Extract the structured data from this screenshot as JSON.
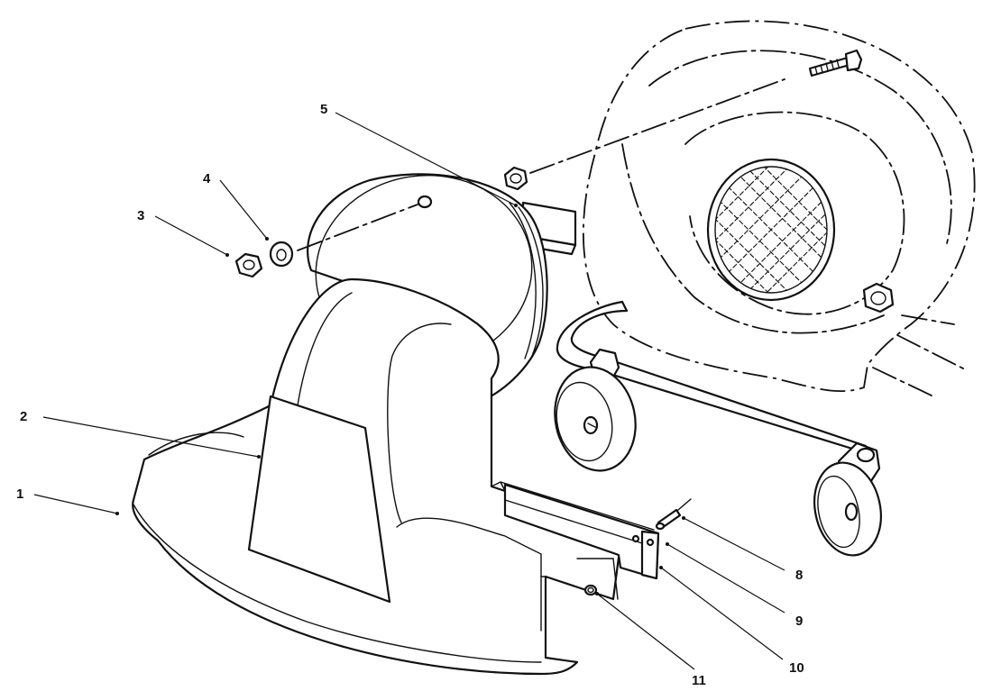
{
  "callouts": [
    {
      "id": "1",
      "label": "1"
    },
    {
      "id": "2",
      "label": "2"
    },
    {
      "id": "3",
      "label": "3"
    },
    {
      "id": "4",
      "label": "4"
    },
    {
      "id": "5",
      "label": "5"
    },
    {
      "id": "8",
      "label": "8"
    },
    {
      "id": "9",
      "label": "9"
    },
    {
      "id": "10",
      "label": "10"
    },
    {
      "id": "11",
      "label": "11"
    }
  ]
}
